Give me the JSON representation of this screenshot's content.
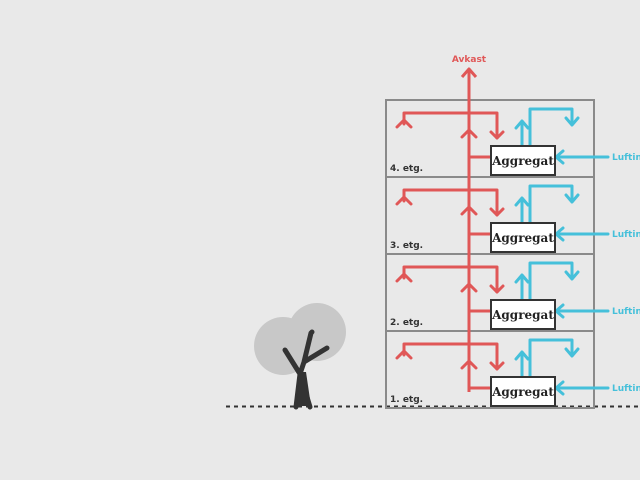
{
  "exhaust": {
    "label": "Avkast"
  },
  "floors": [
    {
      "label": "4. etg.",
      "unit": "Aggregat",
      "intake": "Luftinntak"
    },
    {
      "label": "3. etg.",
      "unit": "Aggregat",
      "intake": "Luftinntak"
    },
    {
      "label": "2. etg.",
      "unit": "Aggregat",
      "intake": "Luftinntak"
    },
    {
      "label": "1. etg.",
      "unit": "Aggregat",
      "intake": "Luftinntak"
    }
  ],
  "colors": {
    "background": "#e9e9e9",
    "exhaust": "#e05757",
    "intake": "#45c0da",
    "building_outline": "#8a8a8a",
    "unit_outline": "#333333",
    "tree_trunk": "#333333",
    "tree_canopy": "#c8c8c8",
    "ground": "#333333"
  },
  "icons": {
    "tree": "tree-icon"
  }
}
